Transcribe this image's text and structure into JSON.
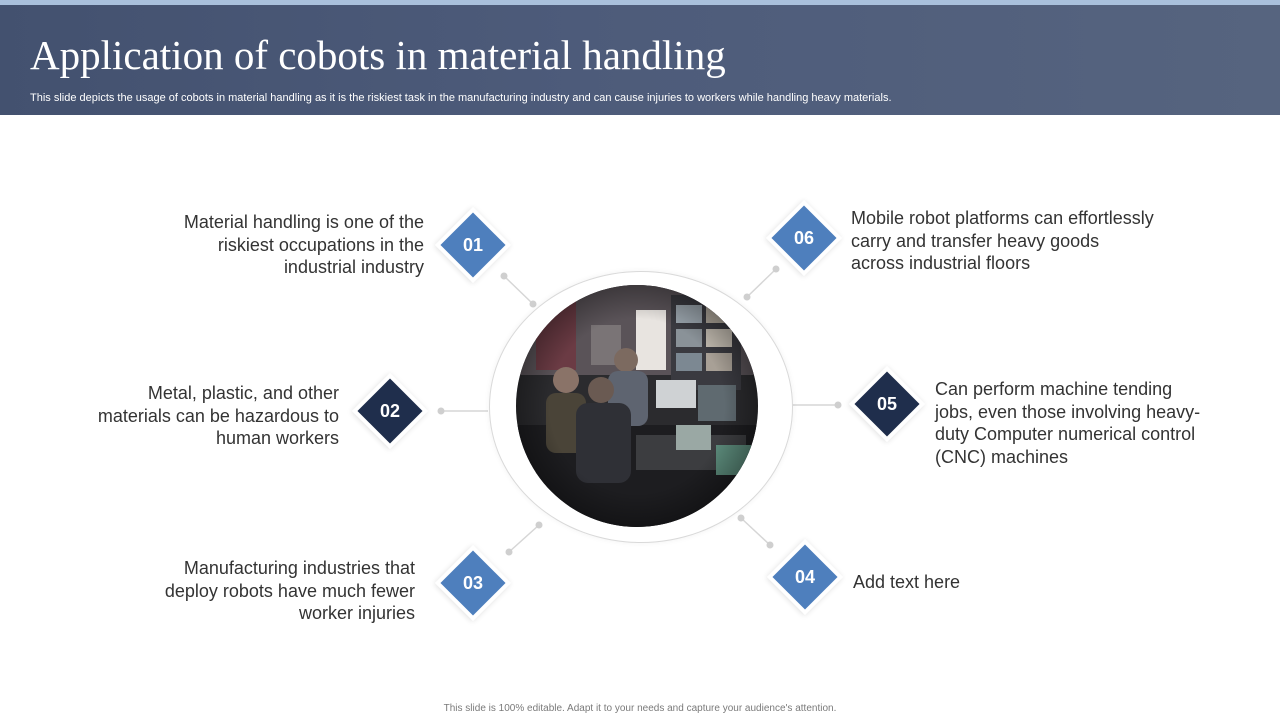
{
  "header": {
    "title": "Application of cobots in material handling",
    "subtitle": "This slide depicts the usage of cobots in material handling as it is the riskiest task in the manufacturing industry and can cause injuries to workers while handling heavy materials."
  },
  "items": [
    {
      "number": "01",
      "text": "Material handling is one of the riskiest occupations in the industrial industry",
      "color": "#4e7fbd"
    },
    {
      "number": "02",
      "text": "Metal, plastic, and other materials can be hazardous to human workers",
      "color": "#1f2e4c"
    },
    {
      "number": "03",
      "text": "Manufacturing industries that deploy robots have much fewer worker injuries",
      "color": "#4e7fbd"
    },
    {
      "number": "04",
      "text": "Add text here",
      "color": "#4e7fbd"
    },
    {
      "number": "05",
      "text": "Can perform machine tending jobs, even those involving heavy-duty Computer numerical control (CNC) machines",
      "color": "#1f2e4c"
    },
    {
      "number": "06",
      "text": "Mobile robot platforms can effortlessly carry and transfer heavy goods across industrial floors",
      "color": "#4e7fbd"
    }
  ],
  "image": {
    "icon": "control-room-photo"
  },
  "footer": {
    "note": "This slide is 100% editable. Adapt it to your needs and capture your audience's attention."
  }
}
